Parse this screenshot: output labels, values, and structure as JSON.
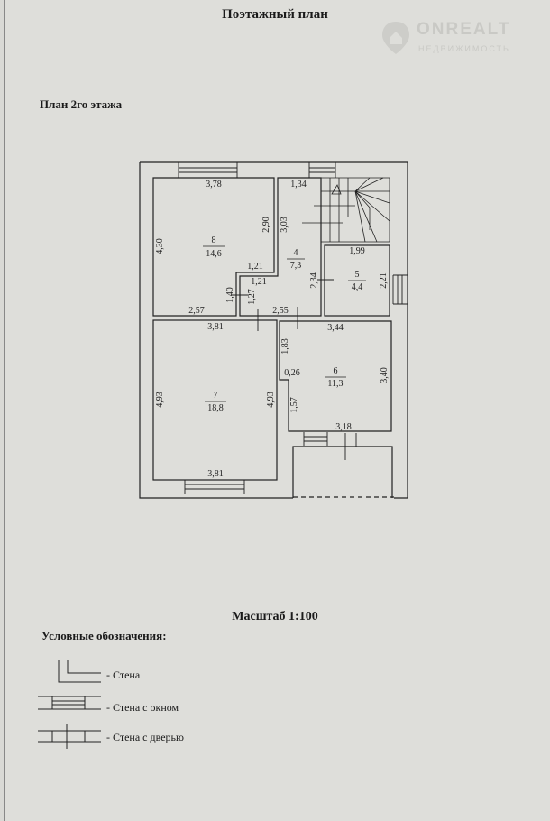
{
  "title": "Поэтажный план",
  "subtitle": "План 2го  этажа",
  "watermark": {
    "brand": "ONREALT",
    "tagline": "НЕДВИЖИМОСТЬ"
  },
  "plan": {
    "rooms": [
      {
        "number": "8",
        "area": "14,6"
      },
      {
        "number": "4",
        "area": "7,3"
      },
      {
        "number": "5",
        "area": "4,4"
      },
      {
        "number": "7",
        "area": "18,8"
      },
      {
        "number": "6",
        "area": "11,3"
      }
    ],
    "dimensions": {
      "r8_top": "3,78",
      "r8_left": "4,30",
      "r8_right": "2,90",
      "r8_step": "1,21",
      "r8_step_v": "1,40",
      "r8_bottom": "2,57",
      "r4_top": "1,34",
      "r4_left": "3,03",
      "r4_step": "1,21",
      "r4_step_v": "1,27",
      "r4_right": "2,34",
      "r4_bottom": "2,55",
      "r5_top": "1,99",
      "r5_right": "2,21",
      "r7_top": "3,81",
      "r7_left": "4,93",
      "r7_right": "4,93",
      "r7_bottom": "3,81",
      "r6_top": "3,44",
      "r6_left_upper": "1,83",
      "r6_jog": "0,26",
      "r6_left_lower": "1,57",
      "r6_right": "3,40",
      "r6_bottom": "3,18"
    }
  },
  "scale": "Масштаб 1:100",
  "legend": {
    "heading": "Условные обозначения:",
    "items": [
      "- Стена",
      "- Стена с окном",
      "- Стена с дверью"
    ]
  }
}
